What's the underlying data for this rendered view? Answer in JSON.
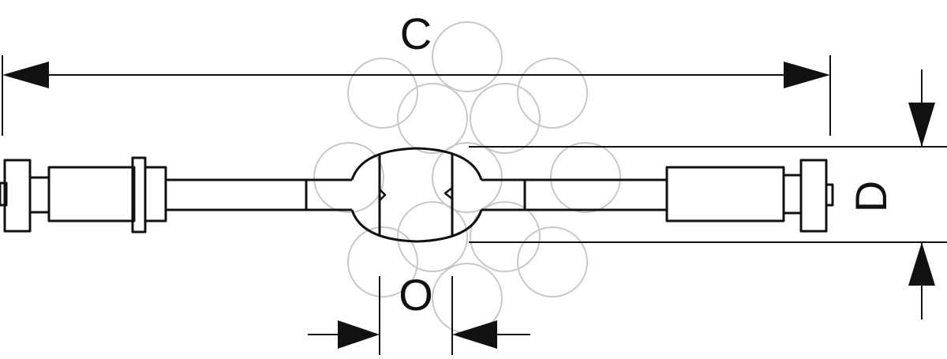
{
  "diagram": {
    "labels": {
      "overall_length": "C",
      "diameter": "D",
      "electrode_gap": "O"
    },
    "colors": {
      "line": "#111111",
      "background": "#ffffff",
      "watermark": "#c8c8c8"
    }
  }
}
